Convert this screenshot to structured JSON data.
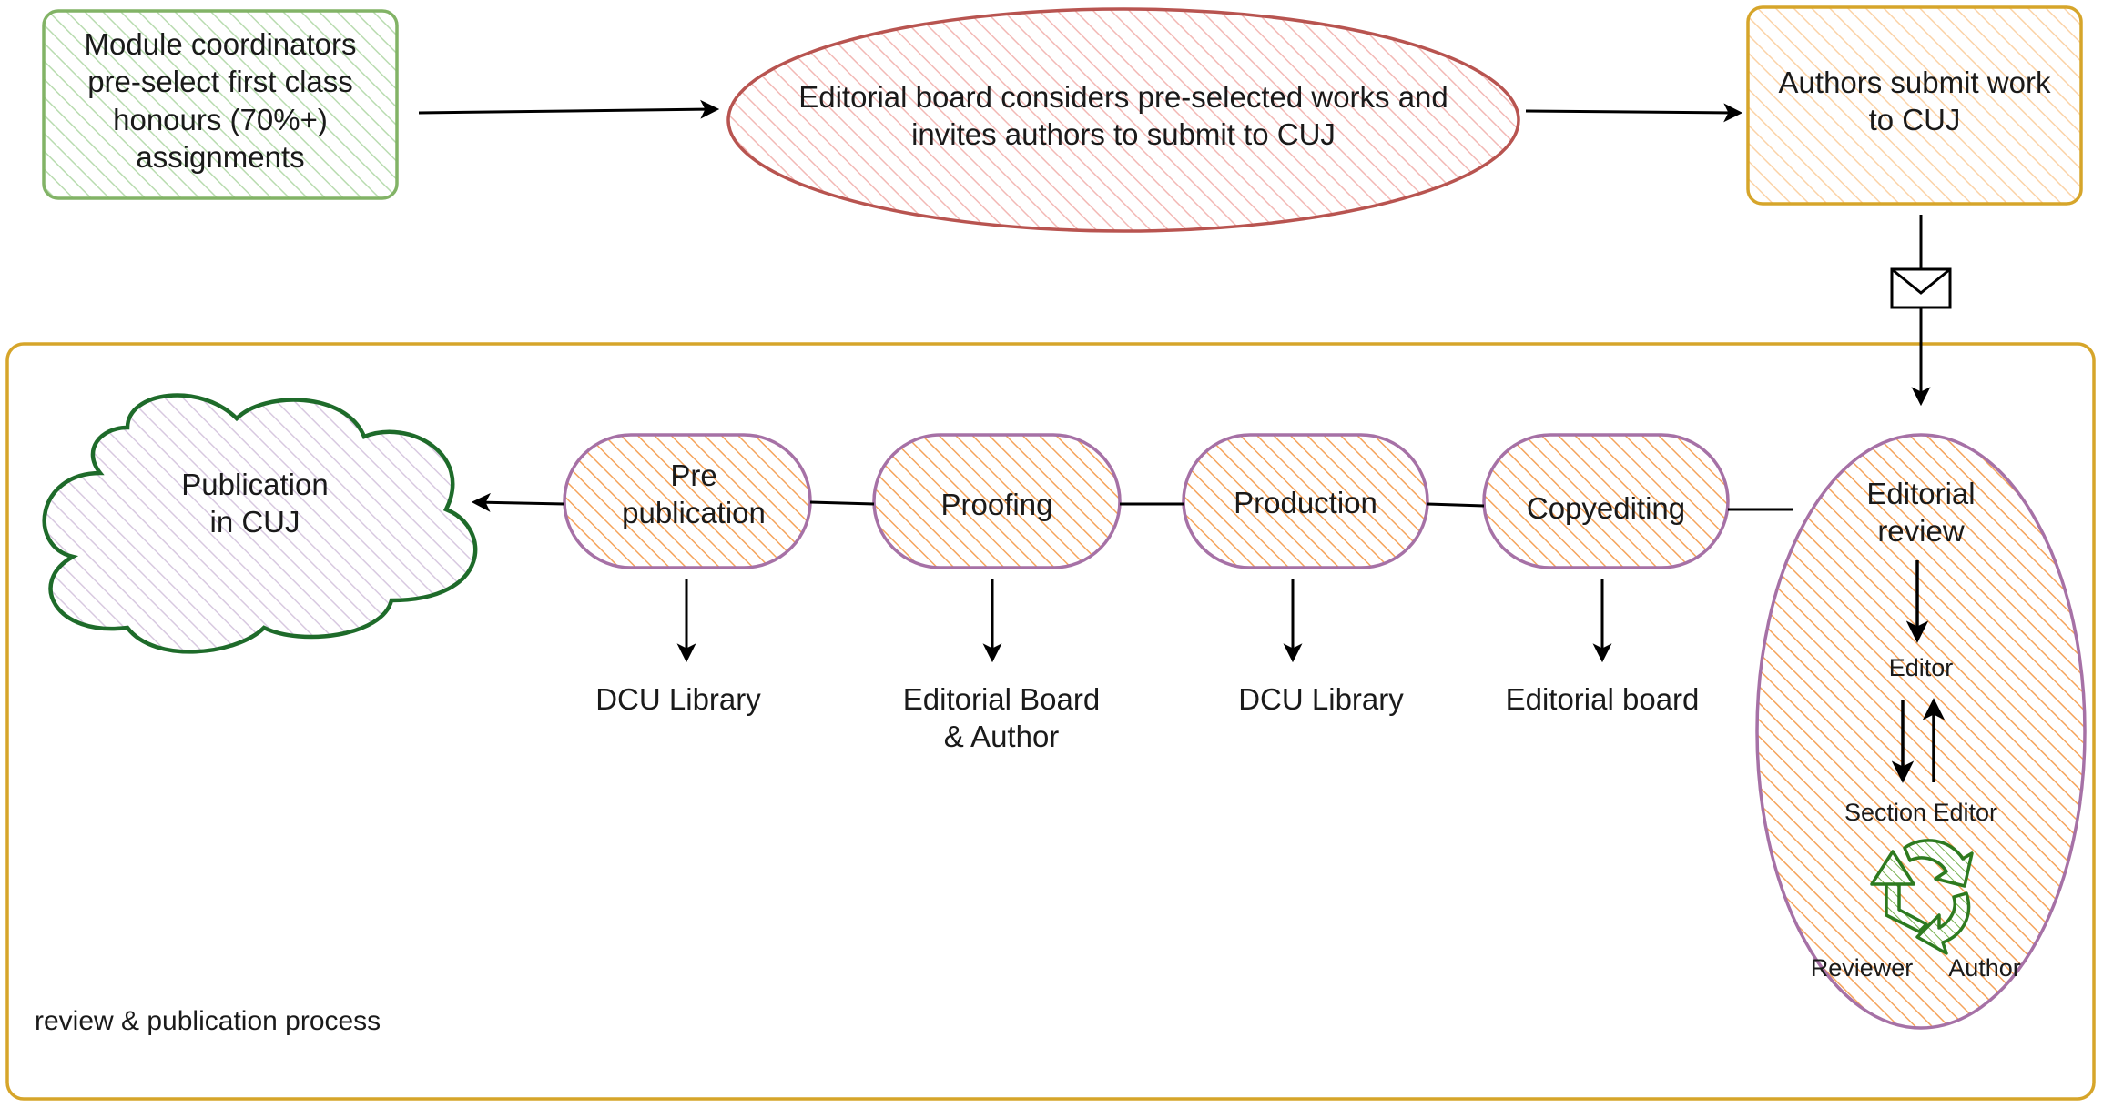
{
  "colors": {
    "green_border": "#82b366",
    "green_fill": "#d5e8d4",
    "red_border": "#b85450",
    "red_fill": "#f8cecc",
    "gold_border": "#d6a52a",
    "gold_fill": "#ffe6cc",
    "purple_border": "#9673a6",
    "orange_hatch": "#f5a45c",
    "cloud_border": "#1e6b2a",
    "cloud_fill": "#e1d5e7",
    "recycle": "#2d7a1f"
  },
  "nodes": {
    "module_coordinators": "Module coordinators\npre-select first class\nhonours (70%+)\nassignments",
    "editorial_board_considers": "Editorial board considers pre-selected works and\ninvites authors to submit to CUJ",
    "authors_submit": "Authors submit work\nto CUJ",
    "publication": "Publication\nin CUJ",
    "pre_publication": "Pre\npublication",
    "proofing": "Proofing",
    "production": "Production",
    "copyediting": "Copyediting",
    "editorial_review": "Editorial\nreview"
  },
  "roles": {
    "dcu_library_1": "DCU Library",
    "editorial_board_author": "Editorial Board\n& Author",
    "dcu_library_2": "DCU Library",
    "editorial_board": "Editorial board"
  },
  "review": {
    "editor": "Editor",
    "section_editor": "Section Editor",
    "reviewer": "Reviewer",
    "author": "Author"
  },
  "container_label": "review & publication process",
  "icons": {
    "envelope": "envelope-icon",
    "recycle": "recycle-icon"
  }
}
